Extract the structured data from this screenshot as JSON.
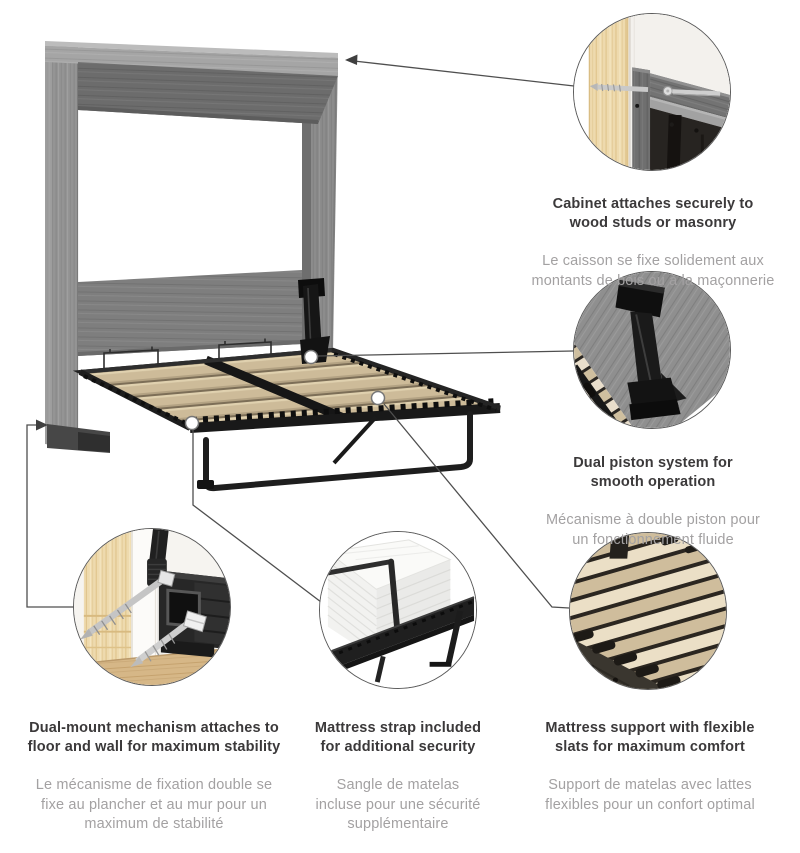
{
  "page": {
    "background": "#ffffff",
    "product": "wall-bed-open-illustration"
  },
  "colors": {
    "heading_text": "#3b393a",
    "subtext": "#a3a1a2",
    "leader_line": "#4f4f4f",
    "cabinet_gray": "#919191",
    "soffit_gray": "#6c6c6c",
    "headboard_gray": "#7e7e7e",
    "slat_tan": "#cdbb99",
    "slat_cream": "#ebdfc6",
    "frame_black": "#1c1c1c",
    "pine_wood": "#eedaae",
    "floor_wood": "#d6b787",
    "mattress_white": "#f7f7f5"
  },
  "callouts": [
    {
      "id": "cabinet-attachment",
      "icon": "wall-stud-screws-photo",
      "en": "Cabinet attaches securely to\nwood studs or masonry",
      "fr": "Le caisson se fixe solidement aux\nmontants de bois ou à la maçonnerie"
    },
    {
      "id": "dual-piston",
      "icon": "piston-mechanism-photo",
      "en": "Dual piston system for\nsmooth operation",
      "fr": "Mécanisme à double piston pour\nun fonctionnement fluide"
    },
    {
      "id": "mattress-slats",
      "icon": "flexible-slats-photo",
      "en": "Mattress support with flexible\nslats for maximum comfort",
      "fr": "Support de matelas avec lattes\nflexibles pour un confort optimal"
    },
    {
      "id": "dual-mount",
      "icon": "floor-mount-screws-photo",
      "en": "Dual-mount mechanism attaches to\nfloor and wall for maximum stability",
      "fr": "Le mécanisme de fixation double se\nfixe au plancher et au mur pour un\nmaximum de stabilité"
    },
    {
      "id": "mattress-strap",
      "icon": "mattress-strap-photo",
      "en": "Mattress strap included\nfor additional security",
      "fr": "Sangle de matelas\nincluse pour une sécurité\nsupplémentaire"
    }
  ]
}
